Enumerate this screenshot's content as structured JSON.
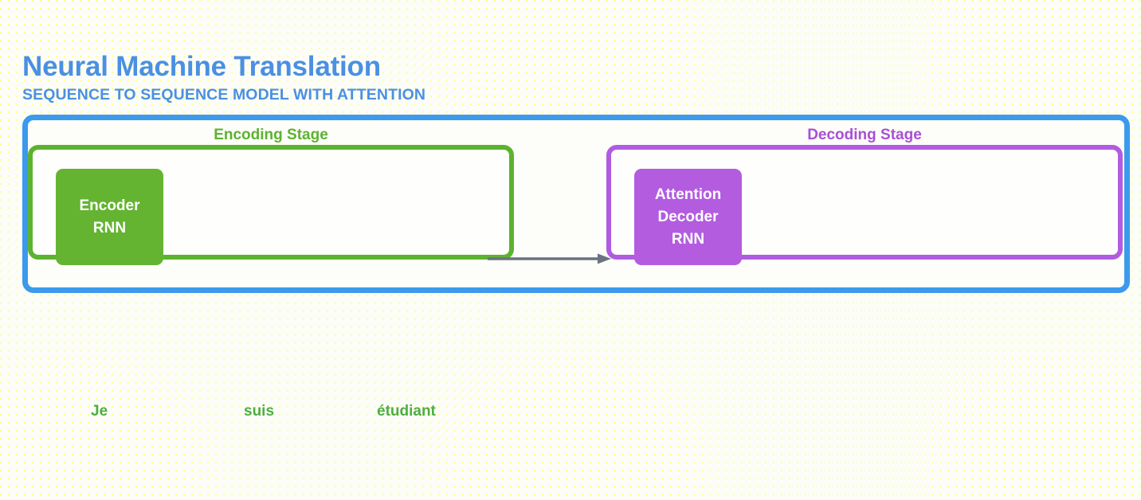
{
  "header": {
    "title": "Neural Machine Translation",
    "subtitle": "SEQUENCE TO SEQUENCE MODEL WITH ATTENTION",
    "title_color": "#4a90e2",
    "subtitle_color": "#4a90e2"
  },
  "model": {
    "frame_color": "#3b9aec",
    "stages": [
      {
        "id": "encoding",
        "label": "Encoding Stage",
        "label_color": "#5cb32e",
        "box_color": "#5cb32e",
        "block": {
          "lines": [
            "Encoder",
            "RNN"
          ],
          "fill_color": "#64b432",
          "text_color": "#ffffff"
        }
      },
      {
        "id": "decoding",
        "label": "Decoding Stage",
        "label_color": "#a94fd6",
        "box_color": "#b05ce0",
        "block": {
          "lines": [
            "Attention",
            "Decoder",
            "RNN"
          ],
          "fill_color": "#b35ce0",
          "text_color": "#ffffff"
        }
      }
    ],
    "arrow": {
      "name": "encoder-to-decoder-arrow",
      "color": "#6b7280",
      "direction": "right"
    }
  },
  "source_sentence": {
    "language": "French",
    "color": "#4caf3f",
    "words": [
      "Je",
      "suis",
      "étudiant"
    ]
  },
  "canvas": {
    "background_color": "#fdfdf8",
    "dot_color": "#ffff99"
  }
}
